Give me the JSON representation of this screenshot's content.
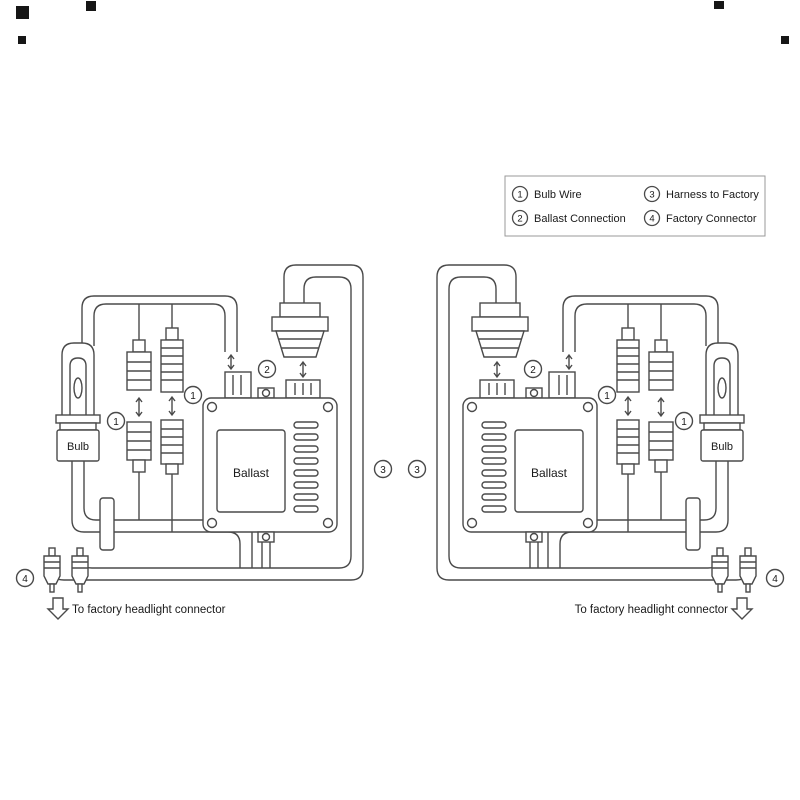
{
  "legend": {
    "items": [
      {
        "num": "1",
        "label": "Bulb Wire"
      },
      {
        "num": "2",
        "label": "Ballast Connection"
      },
      {
        "num": "3",
        "label": "Harness to Factory"
      },
      {
        "num": "4",
        "label": "Factory Connector"
      }
    ]
  },
  "labels": {
    "bulb": "Bulb",
    "ballast": "Ballast",
    "footer": "To factory headlight connector"
  },
  "callouts": {
    "one": "1",
    "two": "2",
    "three": "3",
    "four": "4"
  },
  "icons": {
    "updown_arrow": "double-headed vertical arrow",
    "down_arrow": "hollow down arrow"
  },
  "colors": {
    "line": "#4a4a4a",
    "text": "#1a1a1a",
    "legend_border": "#999999",
    "artifact": "#161616"
  }
}
